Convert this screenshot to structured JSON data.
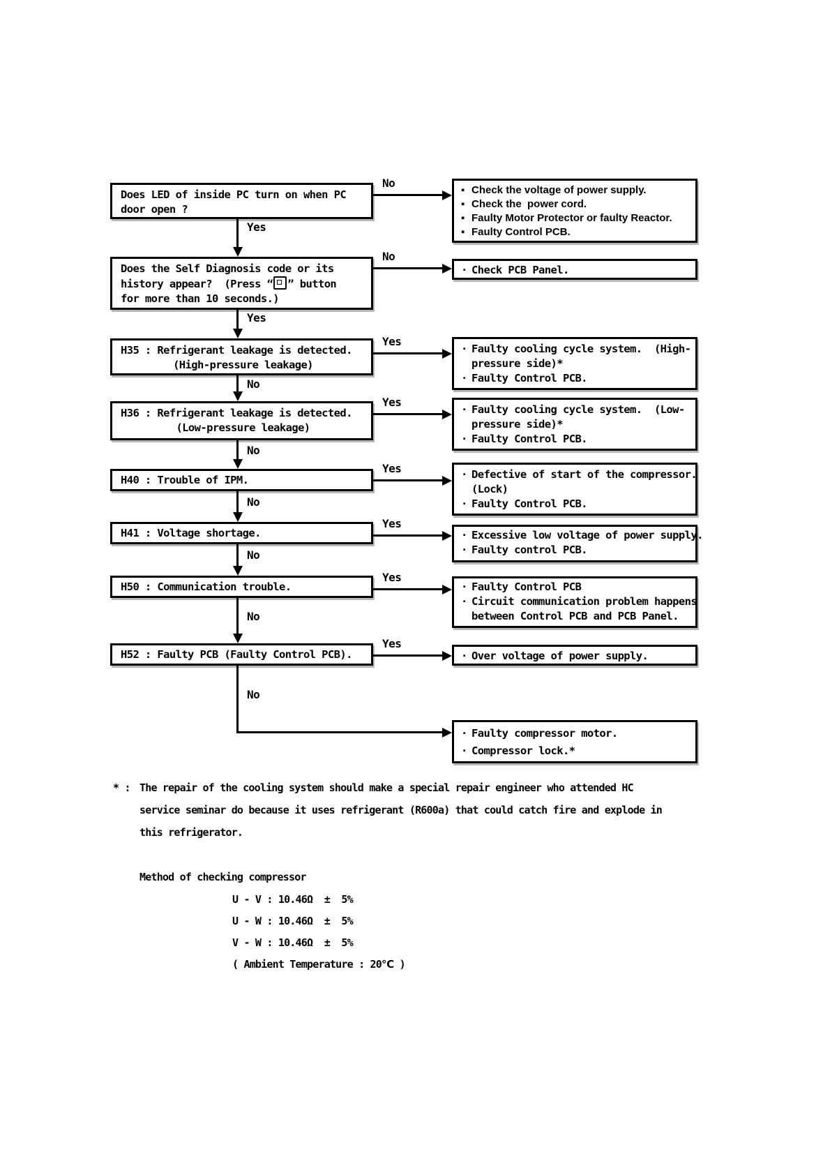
{
  "labels": {
    "yes": "Yes",
    "no": "No"
  },
  "bullets": {
    "square": "▪",
    "dot": "·"
  },
  "flow": {
    "q1": {
      "line1": "Does LED of inside PC turn on when PC",
      "line2": "door open ?"
    },
    "q2": {
      "line1": "Does the Self Diagnosis code or its",
      "line2_pre": "history appear?  (Press “",
      "line2_post": "” button",
      "line3": "for more than 10 seconds.)"
    },
    "h35": {
      "title": "H35 : Refrigerant leakage is detected.",
      "subtitle": "(High-pressure leakage)"
    },
    "h36": {
      "title": "H36 : Refrigerant leakage is detected.",
      "subtitle": "(Low-pressure leakage)"
    },
    "h40": {
      "title": "H40 : Trouble of IPM."
    },
    "h41": {
      "title": "H41 : Voltage shortage."
    },
    "h50": {
      "title": "H50 : Communication trouble."
    },
    "h52": {
      "title": "H52 : Faulty PCB (Faulty Control PCB)."
    }
  },
  "results": {
    "r1": [
      "Check the voltage of power supply.",
      "Check the  power cord.",
      "Faulty Motor Protector or faulty Reactor.",
      "Faulty Control PCB."
    ],
    "r2": [
      "Check PCB Panel."
    ],
    "r3": [
      "Faulty cooling cycle system.  (High-",
      "pressure side)*",
      "Faulty Control PCB."
    ],
    "r4": [
      "Faulty cooling cycle system.  (Low-",
      "pressure side)*",
      "Faulty Control PCB."
    ],
    "r5": [
      "Defective of start of the compressor.",
      "(Lock)",
      "Faulty Control PCB."
    ],
    "r6": [
      "Excessive low voltage of power supply.",
      "Faulty control PCB."
    ],
    "r7": [
      "Faulty Control PCB",
      "Circuit communication problem happens",
      "between Control PCB and PCB Panel."
    ],
    "r8": [
      "Over voltage of power supply."
    ],
    "r9": [
      "Faulty compressor motor.",
      "Compressor lock.*"
    ]
  },
  "footnote": {
    "marker": "* :",
    "lines": [
      "The repair of the cooling system should make a special repair engineer who attended HC",
      "service seminar do because it uses refrigerant (R600a) that could catch fire and explode in",
      "this refrigerator."
    ]
  },
  "method": {
    "title": "Method of checking compressor",
    "rows": [
      "U - V : 10.46Ω  ±  5%",
      "U - W : 10.46Ω  ±  5%",
      "V - W : 10.46Ω  ±  5%"
    ],
    "ambient": "( Ambient Temperature : 20℃ )"
  }
}
